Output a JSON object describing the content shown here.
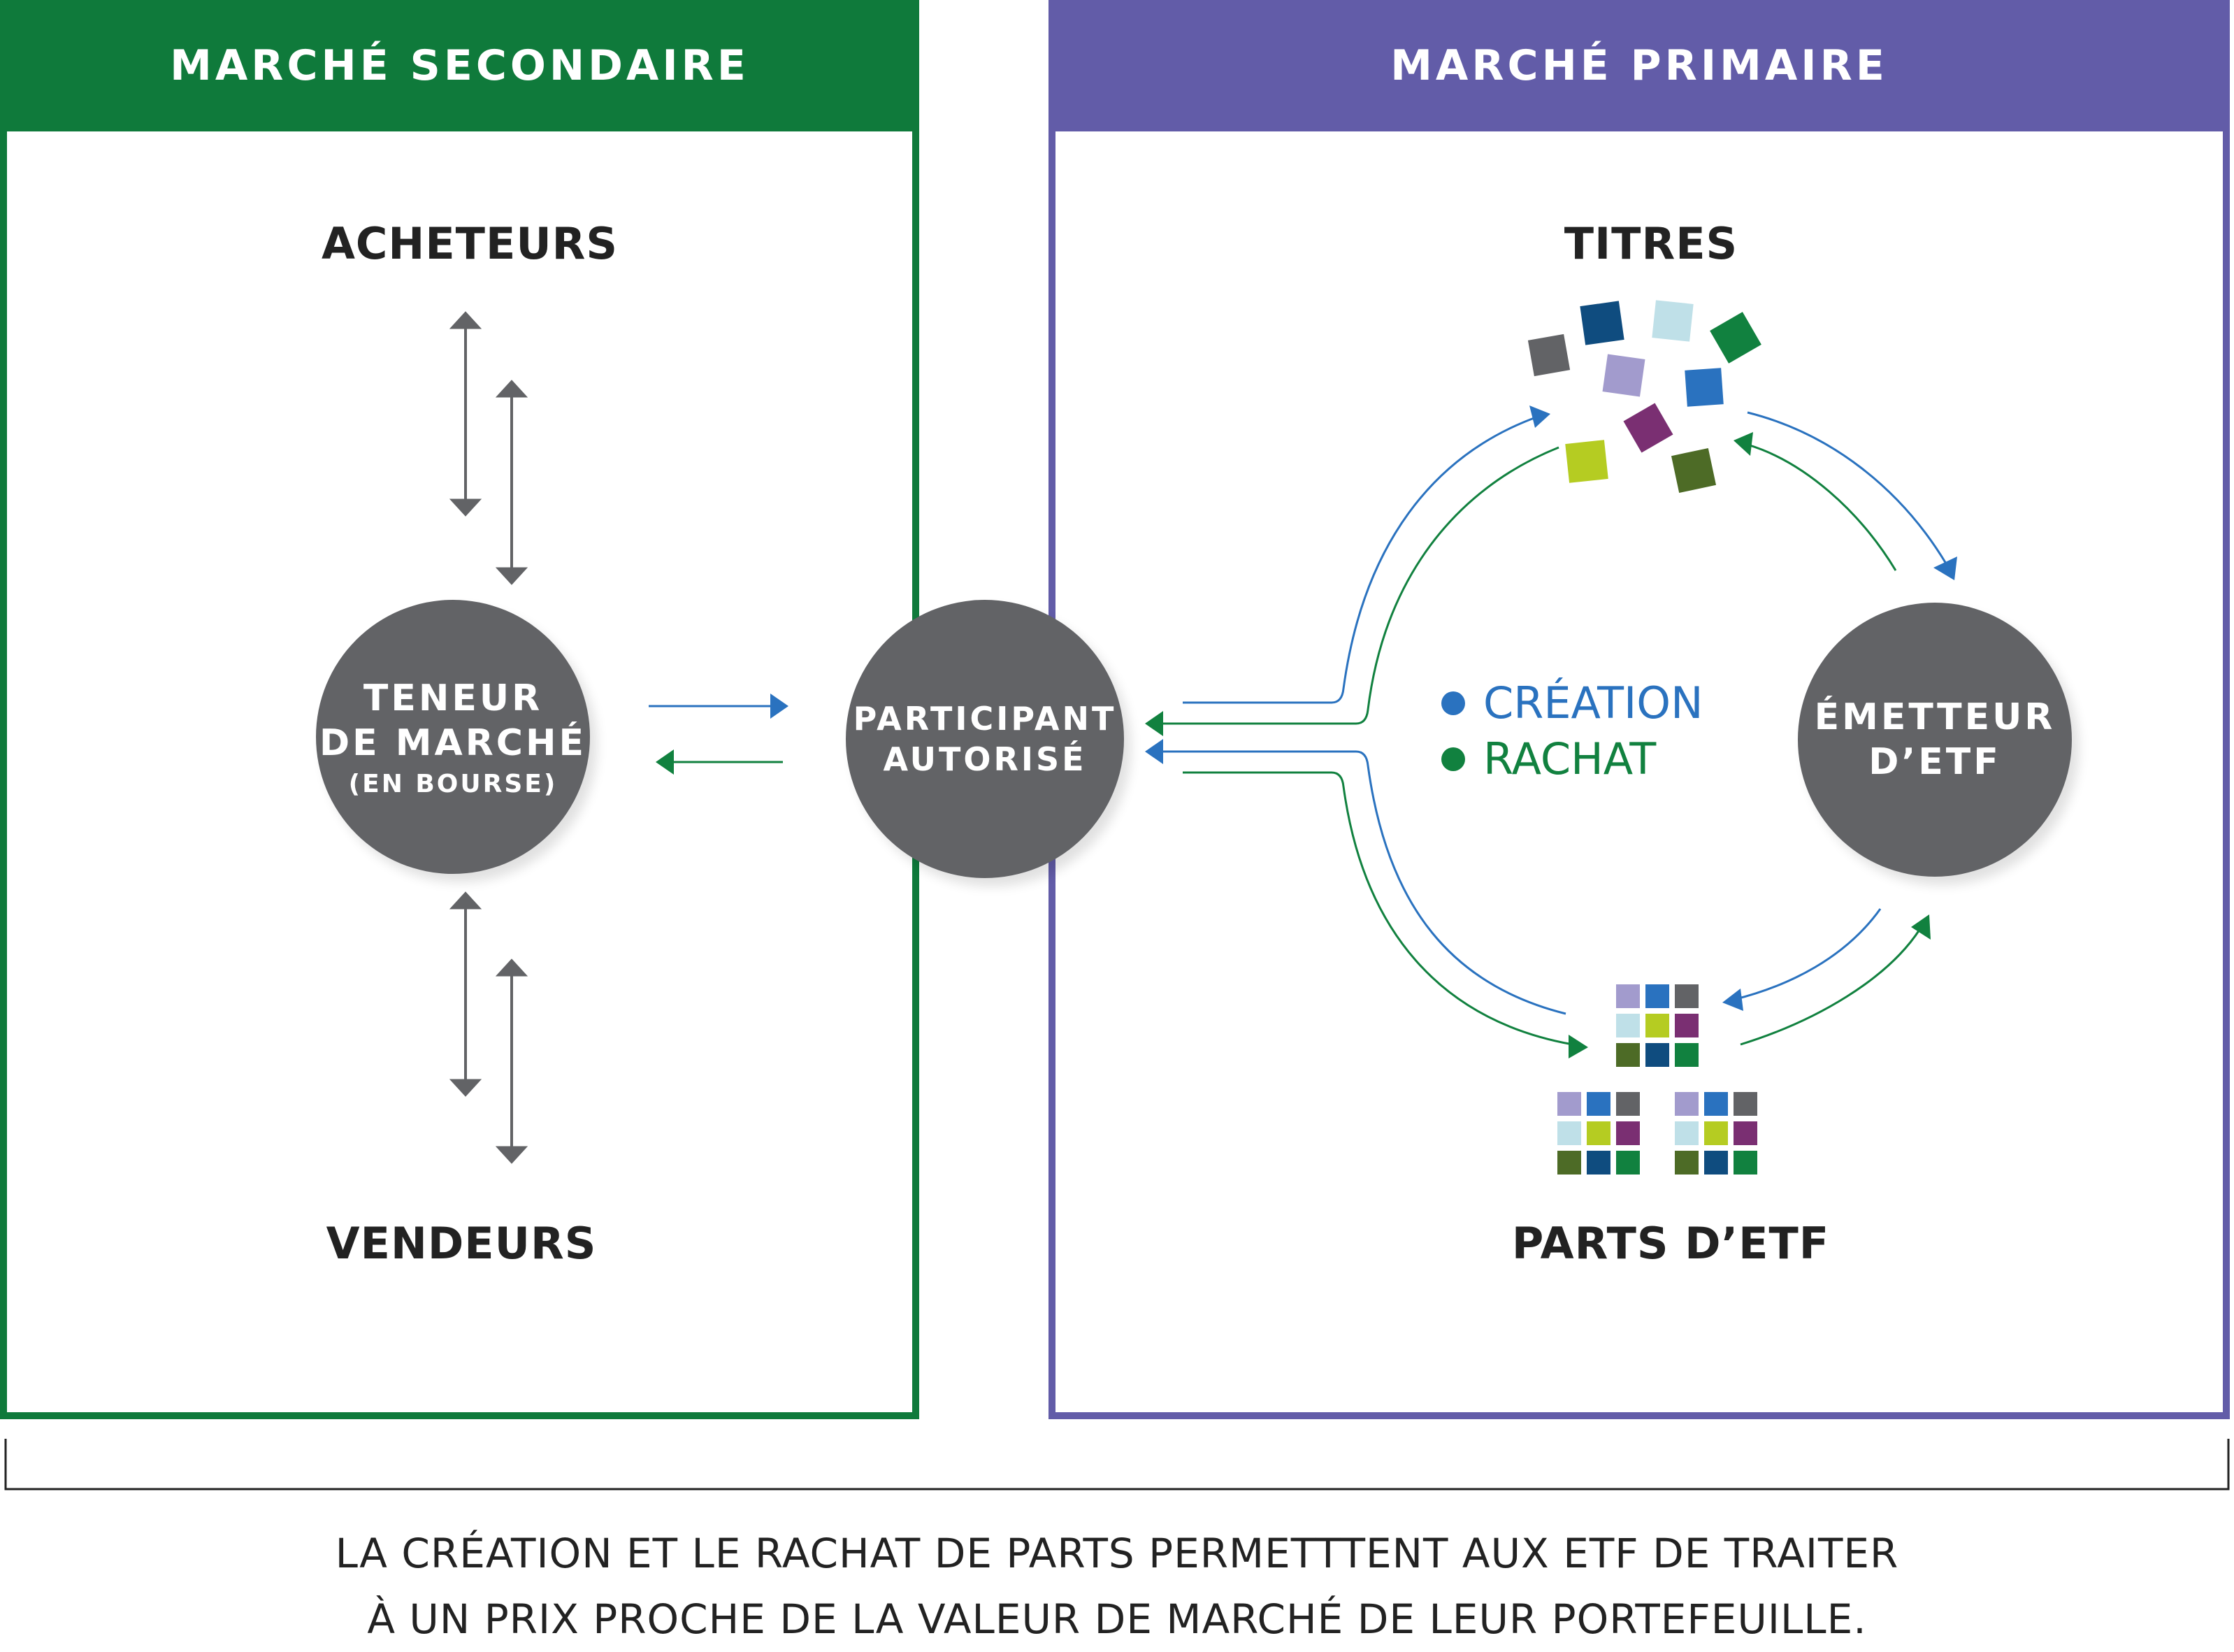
{
  "colors": {
    "secondary_green": "#0f7a3b",
    "primary_purple": "#625ca8",
    "circle_gray": "#626366",
    "creation_blue": "#2a72bf",
    "rachat_green": "#11813f",
    "arrow_gray": "#626366"
  },
  "secondary_market": {
    "title": "MARCHÉ SECONDAIRE",
    "buyers": "ACHETEURS",
    "sellers": "VENDEURS",
    "market_maker": {
      "line1": "TENEUR",
      "line2": "DE MARCHÉ",
      "line3": "(EN BOURSE)"
    }
  },
  "authorized_participant": {
    "line1": "PARTICIPANT",
    "line2": "AUTORISÉ"
  },
  "primary_market": {
    "title": "MARCHÉ PRIMAIRE",
    "securities": "TITRES",
    "etf_shares": "PARTS D’ETF",
    "issuer": {
      "line1": "ÉMETTEUR",
      "line2": "D’ETF"
    },
    "legend": {
      "creation": "CRÉATION",
      "rachat": "RACHAT"
    }
  },
  "footer": {
    "line1": "LA CRÉATION ET LE RACHAT DE PARTS PERMETTTENT AUX ETF DE TRAITER",
    "line2": "À UN PRIX PROCHE DE LA VALEUR DE MARCHÉ DE LEUR PORTEFEUILLE."
  },
  "icons": [
    "double-arrow-icon",
    "security-square-icon",
    "etf-share-grid-icon",
    "bracket-icon"
  ]
}
